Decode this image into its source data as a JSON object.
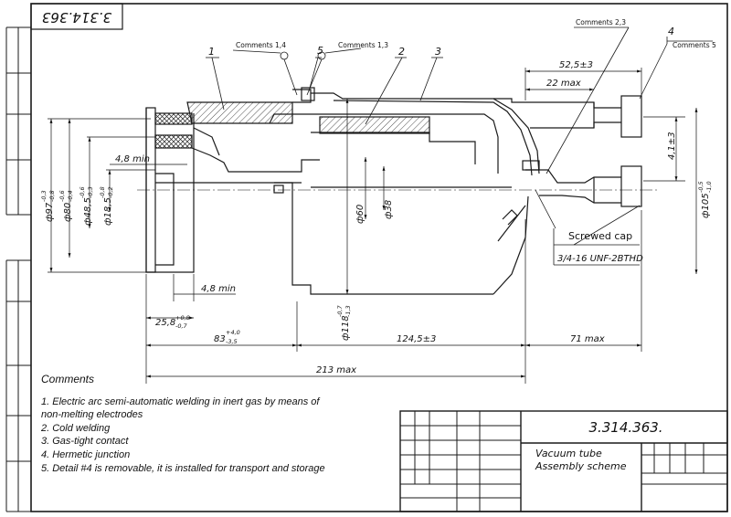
{
  "stamp_top": "3.314.363",
  "drawing_number": "3.314.363.",
  "title_lines": [
    "Vacuum tube",
    "Assembly scheme"
  ],
  "comments": {
    "title": "Comments",
    "items": [
      "1. Electric arc semi-automatic welding in inert gas by means of",
      "non-melting electrodes",
      "2. Cold welding",
      "3. Gas-tight contact",
      "4. Hermetic junction",
      "5. Detail #4 is removable, it is installed for transport and storage"
    ]
  },
  "callouts": {
    "c14": "Comments 1,4",
    "c13": "Comments 1,3",
    "c23": "Comments 2,3",
    "c5": "Comments 5",
    "p1": "1",
    "p2": "2",
    "p3": "3",
    "p4": "4",
    "p5": "5",
    "screwed_cap": "Screwed cap",
    "thread": "3/4-16 UNF-2BTHD"
  },
  "dimensions": {
    "d525": "52,5±3",
    "d22": "22 max",
    "d41": "4,1±3",
    "d105": "ф105",
    "d105_tol_up": "-0,5",
    "d105_tol_dn": "-1,0",
    "d48min_top": "4,8 min",
    "d48min_bot": "4,8 min",
    "d97": "ф97",
    "d97_tol_up": "-0,3",
    "d97_tol_dn": "-0,8",
    "d80": "ф80",
    "d80_tol_up": "-0,6",
    "d80_tol_dn": "-0,4",
    "d485": "ф48,5",
    "d485_tol_up": "-0,6",
    "d485_tol_dn": "-0,3",
    "d185": "ф18,5",
    "d185_tol_up": "-0,8",
    "d185_tol_dn": "-0,2",
    "d60": "ф60",
    "d38": "ф38",
    "d118": "ф118",
    "d118_tol_up": "-0,7",
    "d118_tol_dn": "-1,3",
    "d258": "25,8",
    "d258_tol_up": "+0,8",
    "d258_tol_dn": "-0,7",
    "d83": "83",
    "d83_tol_up": "+4,0",
    "d83_tol_dn": "-3,5",
    "d1245": "124,5±3",
    "d71": "71 max",
    "d213": "213 max"
  },
  "colors": {
    "ink": "#1a1a1a",
    "paper": "#ffffff"
  }
}
